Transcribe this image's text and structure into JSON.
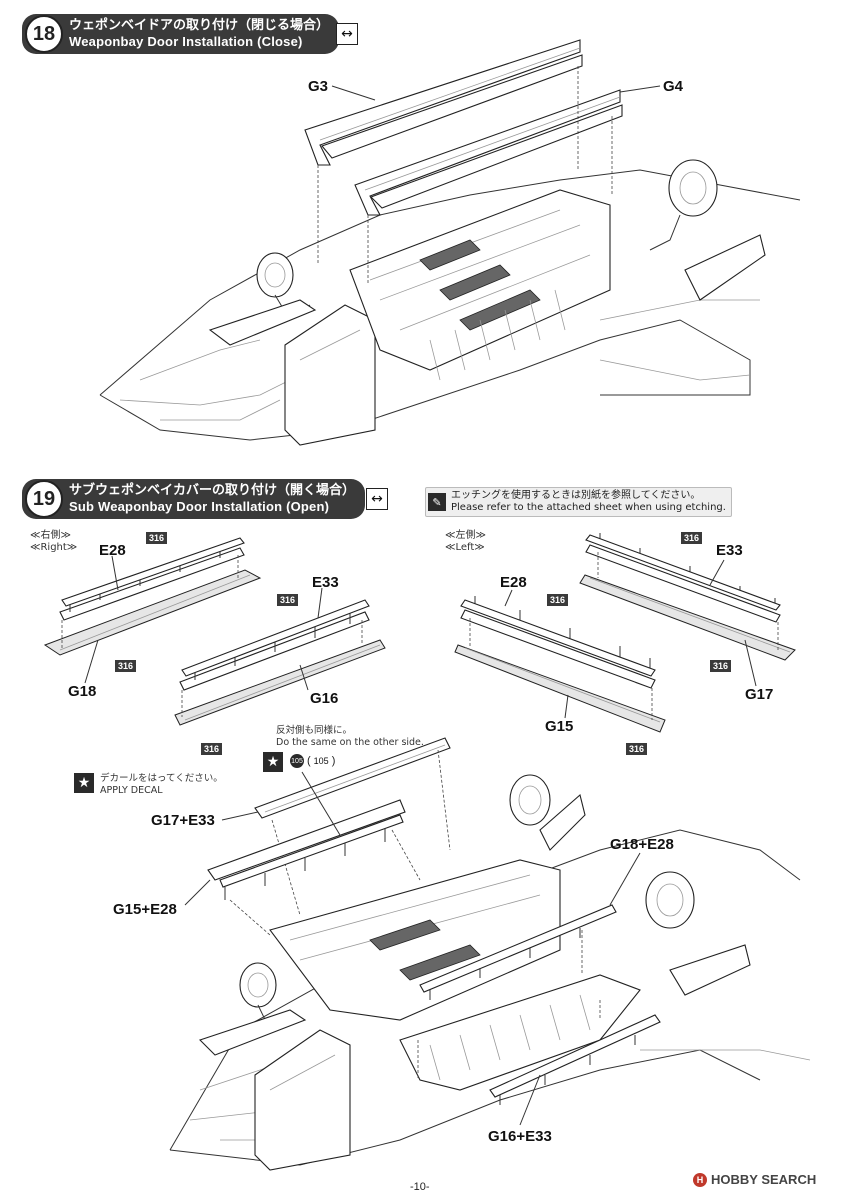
{
  "step18": {
    "number": "18",
    "title_jp": "ウェポンベイドアの取り付け（閉じる場合）",
    "title_en": "Weaponbay Door Installation (Close)",
    "parts": [
      "G3",
      "G4"
    ]
  },
  "step19": {
    "number": "19",
    "title_jp": "サブウェポンベイカバーの取り付け（開く場合）",
    "title_en": "Sub Weaponbay Door Installation (Open)",
    "right_side_jp": "≪右側≫",
    "right_side_en": "≪Right≫",
    "left_side_jp": "≪左側≫",
    "left_side_en": "≪Left≫",
    "right_parts": [
      "E28",
      "G18",
      "E33",
      "G16"
    ],
    "left_parts": [
      "E28",
      "G15",
      "E33",
      "G17"
    ],
    "paint_code": "316",
    "assembly_labels": [
      "G17+E33",
      "G15+E28",
      "G18+E28",
      "G16+E33"
    ],
    "etching_note_jp": "エッチングを使用するときは別紙を参照してください。",
    "etching_note_en": "Please refer to the attached sheet when using etching.",
    "other_side_jp": "反対側も同様に。",
    "other_side_en": "Do the same on the other side.",
    "decal_jp": "デカールをはってください。",
    "decal_en": "APPLY DECAL",
    "decal_number": "105",
    "decal_number_paren": "105"
  },
  "icons": {
    "direction_arrows": "↔",
    "note_icon": "✎",
    "star": "★"
  },
  "footer": {
    "page_number": "-10-",
    "watermark": "HOBBY SEARCH",
    "watermark_logo": "H"
  }
}
